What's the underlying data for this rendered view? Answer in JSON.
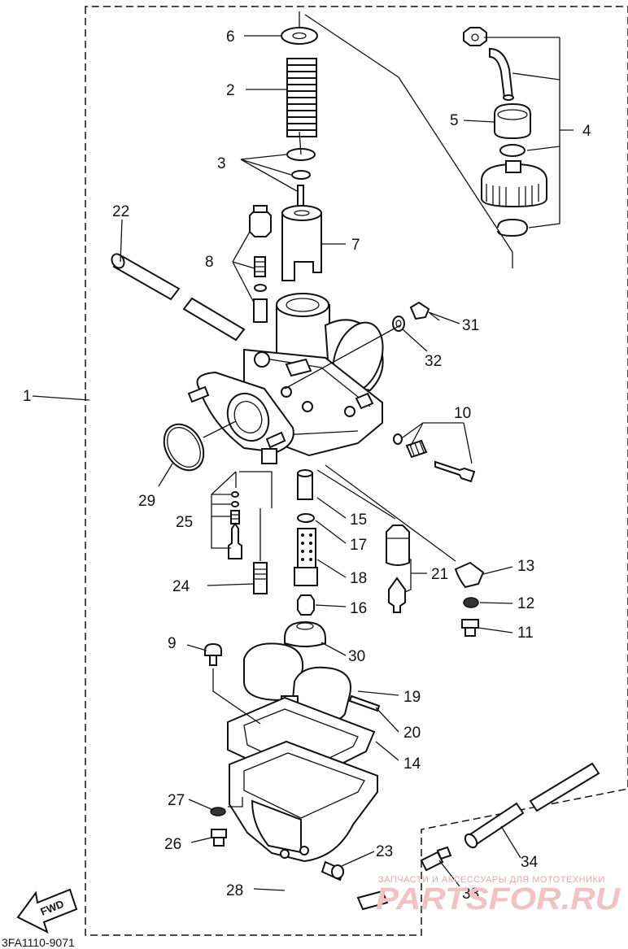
{
  "labels": {
    "p1": "1",
    "p2": "2",
    "p3": "3",
    "p4": "4",
    "p5": "5",
    "p6": "6",
    "p7": "7",
    "p8": "8",
    "p9": "9",
    "p10": "10",
    "p11": "11",
    "p12": "12",
    "p13": "13",
    "p14": "14",
    "p15": "15",
    "p16": "16",
    "p17": "17",
    "p18": "18",
    "p19": "19",
    "p20": "20",
    "p21": "21",
    "p22": "22",
    "p23": "23",
    "p24": "24",
    "p25": "25",
    "p26": "26",
    "p27": "27",
    "p28": "28",
    "p29": "29",
    "p30": "30",
    "p31": "31",
    "p32": "32",
    "p33": "33",
    "p34": "34"
  },
  "fwd": "FWD",
  "diagram_code": "3FA1110-9071",
  "watermark": {
    "tagline": "ЗАПЧАСТИ И АКСЕССУАРЫ ДЛЯ МОТОТЕХНИКИ",
    "brand": "PARTSFOR.RU"
  }
}
